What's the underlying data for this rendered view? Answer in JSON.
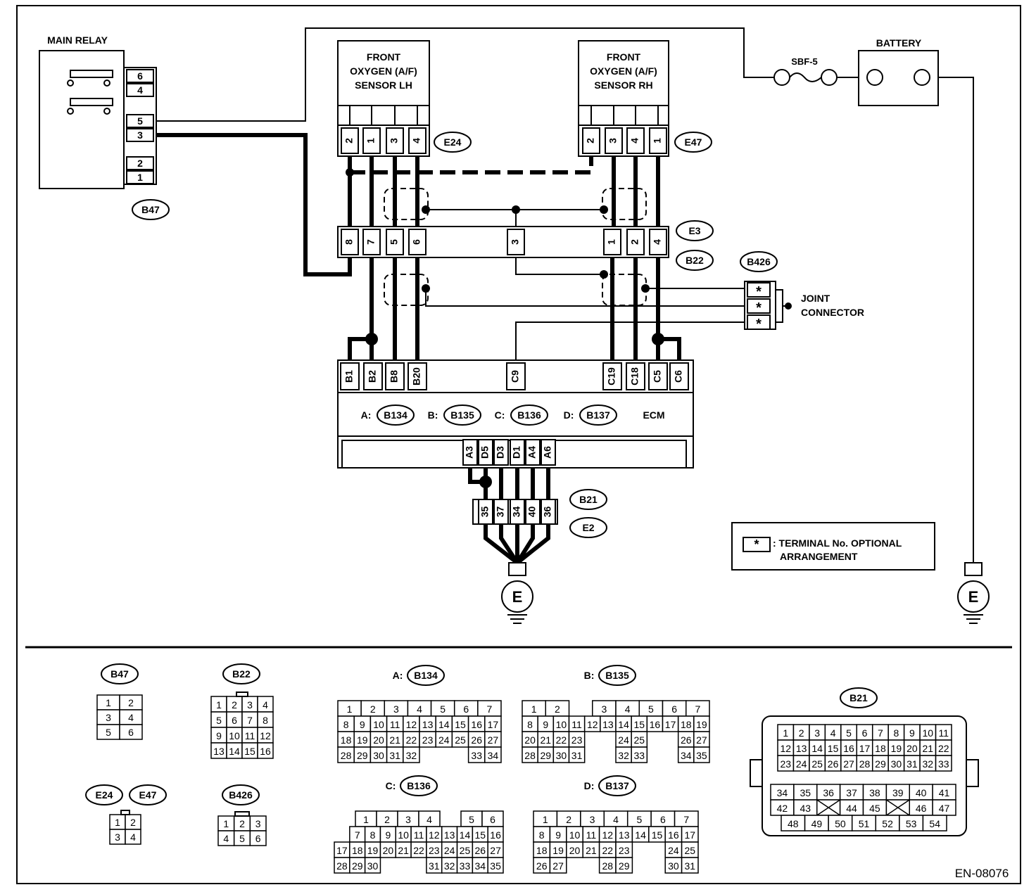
{
  "diagram_id": "EN-08076",
  "main_relay": {
    "title": "MAIN RELAY",
    "connector": "B47",
    "terminals": [
      "6",
      "4",
      "5",
      "3",
      "2",
      "1"
    ]
  },
  "battery": {
    "title": "BATTERY"
  },
  "fuse": {
    "label": "SBF-5"
  },
  "sensor_lh": {
    "lines": [
      "FRONT",
      "OXYGEN (A/F)",
      "SENSOR LH"
    ],
    "connector": "E24",
    "pins": [
      "2",
      "1",
      "3",
      "4"
    ]
  },
  "sensor_rh": {
    "lines": [
      "FRONT",
      "OXYGEN (A/F)",
      "SENSOR RH"
    ],
    "connector": "E47",
    "pins": [
      "2",
      "3",
      "4",
      "1"
    ]
  },
  "inline_connector": {
    "ids": [
      "E3",
      "B22"
    ],
    "pins": [
      "8",
      "7",
      "5",
      "6",
      "3",
      "1",
      "2",
      "4"
    ]
  },
  "joint_connector": {
    "id": "B426",
    "label_lines": [
      "JOINT",
      "CONNECTOR"
    ],
    "pins": [
      "*",
      "*",
      "*"
    ]
  },
  "ecm": {
    "label": "ECM",
    "connectors": [
      {
        "prefix": "A:",
        "id": "B134"
      },
      {
        "prefix": "B:",
        "id": "B135"
      },
      {
        "prefix": "C:",
        "id": "B136"
      },
      {
        "prefix": "D:",
        "id": "B137"
      }
    ],
    "top_pins": [
      "B1",
      "B2",
      "B8",
      "B20",
      "C9",
      "C19",
      "C18",
      "C5",
      "C6"
    ],
    "bottom_pins": [
      "A3",
      "D5",
      "D3",
      "D1",
      "A4",
      "A6"
    ]
  },
  "ground_connector": {
    "ids": [
      "B21",
      "E2"
    ],
    "pins": [
      "35",
      "37",
      "34",
      "40",
      "36"
    ]
  },
  "ground_label": "E",
  "legend": {
    "symbol": "*",
    "text_lines": [
      ": TERMINAL No. OPTIONAL",
      "ARRANGEMENT"
    ]
  },
  "connector_views": [
    {
      "prefix": "",
      "id": "B47",
      "rows": [
        [
          "1",
          "2"
        ],
        [
          "3",
          "4"
        ],
        [
          "5",
          "6"
        ]
      ]
    },
    {
      "prefix": "",
      "id": "B22",
      "rows": [
        [
          "1",
          "2",
          "3",
          "4"
        ],
        [
          "5",
          "6",
          "7",
          "8"
        ],
        [
          "9",
          "10",
          "11",
          "12"
        ],
        [
          "13",
          "14",
          "15",
          "16"
        ]
      ]
    },
    {
      "prefix": "A:",
      "id": "B134",
      "rows": [
        [
          "1",
          "2",
          "3",
          "4",
          "5",
          "6",
          "7"
        ],
        [
          "8",
          "9",
          "10",
          "11",
          "12",
          "13",
          "14",
          "15",
          "16",
          "17"
        ],
        [
          "18",
          "19",
          "20",
          "21",
          "22",
          "23",
          "24",
          "25",
          "26",
          "27"
        ],
        [
          "28",
          "29",
          "30",
          "31",
          "32",
          null,
          null,
          null,
          "33",
          "34"
        ]
      ]
    },
    {
      "prefix": "B:",
      "id": "B135",
      "rows": [
        [
          "1",
          "2",
          null,
          "3",
          "4",
          "5",
          "6",
          "7"
        ],
        [
          "8",
          "9",
          "10",
          "11",
          "12",
          "13",
          "14",
          "15",
          "16",
          "17",
          "18",
          "19"
        ],
        [
          "20",
          "21",
          "22",
          "23",
          null,
          null,
          "24",
          "25",
          null,
          null,
          "26",
          "27"
        ],
        [
          "28",
          "29",
          "30",
          "31",
          null,
          null,
          "32",
          "33",
          null,
          null,
          "34",
          "35"
        ]
      ]
    },
    {
      "prefix": "",
      "id": "B21",
      "rows": [
        [
          "1",
          "2",
          "3",
          "4",
          "5",
          "6",
          "7",
          "8",
          "9",
          "10",
          "11"
        ],
        [
          "12",
          "13",
          "14",
          "15",
          "16",
          "17",
          "18",
          "19",
          "20",
          "21",
          "22"
        ],
        [
          "23",
          "24",
          "25",
          "26",
          "27",
          "28",
          "29",
          "30",
          "31",
          "32",
          "33"
        ],
        [
          "34",
          "35",
          "36",
          "37",
          "38",
          "39",
          "40",
          "41"
        ],
        [
          "42",
          "43",
          "X",
          "44",
          "45",
          "X",
          "46",
          "47"
        ],
        [
          "48",
          "49",
          "50",
          "51",
          "52",
          "53",
          "54"
        ]
      ]
    },
    {
      "prefix": "",
      "id": "E24",
      "rows": [
        [
          "1",
          "2"
        ],
        [
          "3",
          "4"
        ]
      ]
    },
    {
      "prefix": "",
      "id": "E47",
      "rows": []
    },
    {
      "prefix": "",
      "id": "B426",
      "rows": [
        [
          "1",
          "2",
          "3"
        ],
        [
          "4",
          "5",
          "6"
        ]
      ]
    },
    {
      "prefix": "C:",
      "id": "B136",
      "rows": [
        [
          null,
          "1",
          "2",
          "3",
          "4",
          null,
          "5",
          "6"
        ],
        [
          null,
          "7",
          "8",
          "9",
          "10",
          "11",
          "12",
          "13",
          "14",
          "15",
          "16"
        ],
        [
          "17",
          "18",
          "19",
          "20",
          "21",
          "22",
          "23",
          "24",
          "25",
          "26",
          "27"
        ],
        [
          "28",
          "29",
          "30",
          null,
          null,
          null,
          "31",
          "32",
          "33",
          "34",
          "35"
        ]
      ]
    },
    {
      "prefix": "D:",
      "id": "B137",
      "rows": [
        [
          "1",
          "2",
          "3",
          "4",
          "5",
          "6",
          "7"
        ],
        [
          "8",
          "9",
          "10",
          "11",
          "12",
          "13",
          "14",
          "15",
          "16",
          "17"
        ],
        [
          "18",
          "19",
          "20",
          "21",
          "22",
          "23",
          null,
          null,
          "24",
          "25"
        ],
        [
          "26",
          "27",
          null,
          null,
          "28",
          "29",
          null,
          null,
          "30",
          "31"
        ]
      ]
    }
  ]
}
